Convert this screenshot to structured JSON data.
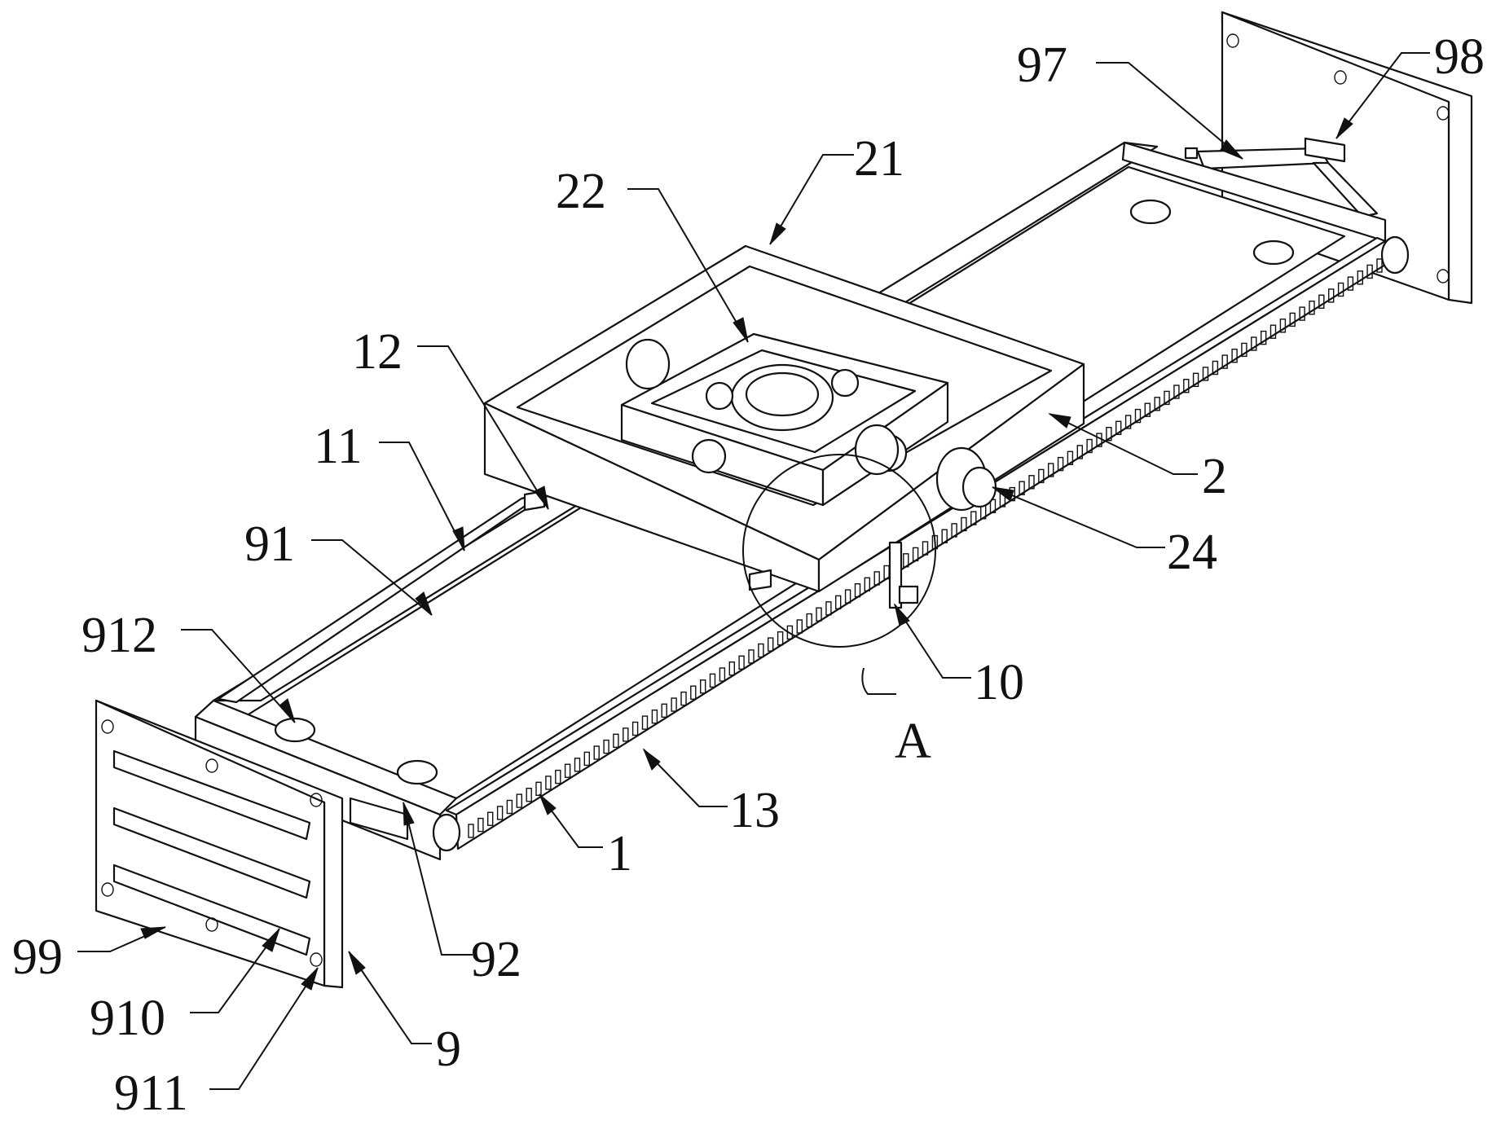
{
  "figure": {
    "type": "patent mechanical drawing",
    "ink_color": "#111111",
    "background_color": "#ffffff"
  },
  "labels": {
    "l97": "97",
    "l98": "98",
    "l21": "21",
    "l22": "22",
    "l12": "12",
    "l11": "11",
    "l91": "91",
    "l912": "912",
    "l2": "2",
    "l24": "24",
    "l10": "10",
    "lA": "A",
    "l13": "13",
    "l1": "1",
    "l92": "92",
    "l99": "99",
    "l910": "910",
    "l911": "911",
    "l9": "9"
  }
}
